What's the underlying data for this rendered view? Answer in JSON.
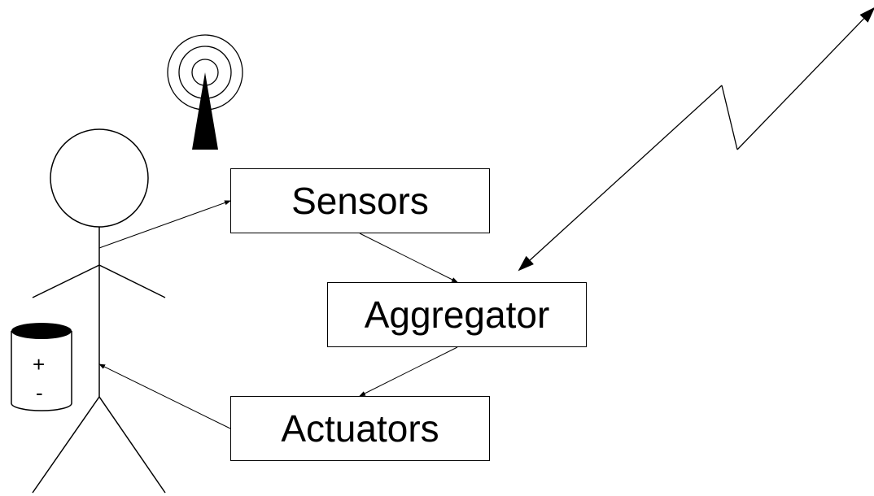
{
  "boxes": {
    "sensors": "Sensors",
    "aggregator": "Aggregator",
    "actuators": "Actuators"
  },
  "battery": {
    "plus": "+",
    "minus": "-"
  },
  "icons": [
    "person-icon",
    "antenna-icon",
    "battery-icon",
    "lightning-link-icon"
  ]
}
